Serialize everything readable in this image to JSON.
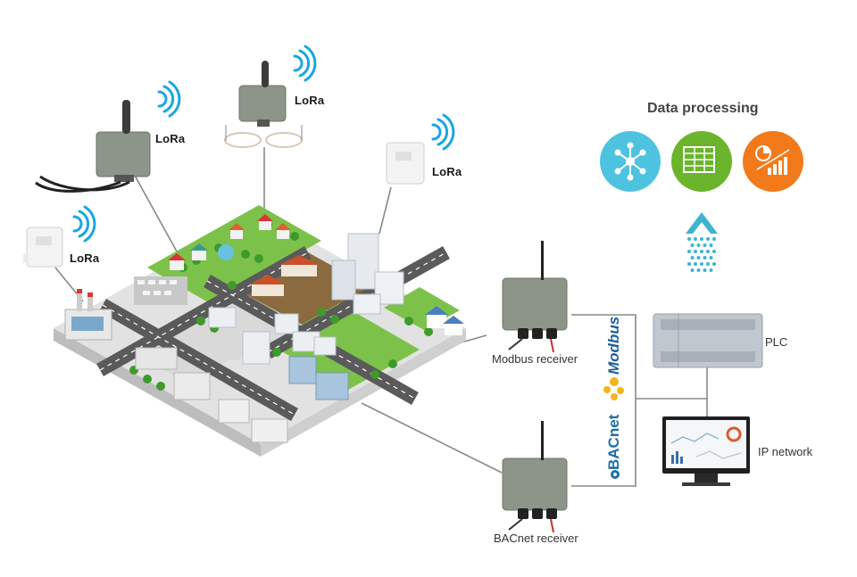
{
  "title": "Data processing",
  "lora_label": "LoRa",
  "receivers": {
    "modbus": "Modbus receiver",
    "bacnet": "BACnet receiver"
  },
  "protocols": {
    "modbus": "Modbus",
    "bacnet": "BACnet"
  },
  "plc_label": "PLC",
  "ip_label": "IP network",
  "icons": {
    "network": "network-hub-icon",
    "spreadsheet": "spreadsheet-icon",
    "analytics": "pie-bar-chart-icon"
  },
  "colors": {
    "network": "#4dc3e0",
    "spreadsheet": "#6ab52b",
    "analytics": "#f27a1a",
    "arrow": "#3db5cf",
    "road": "#5a5a5a",
    "grass": "#7cc24a",
    "box": "#8c9588"
  }
}
